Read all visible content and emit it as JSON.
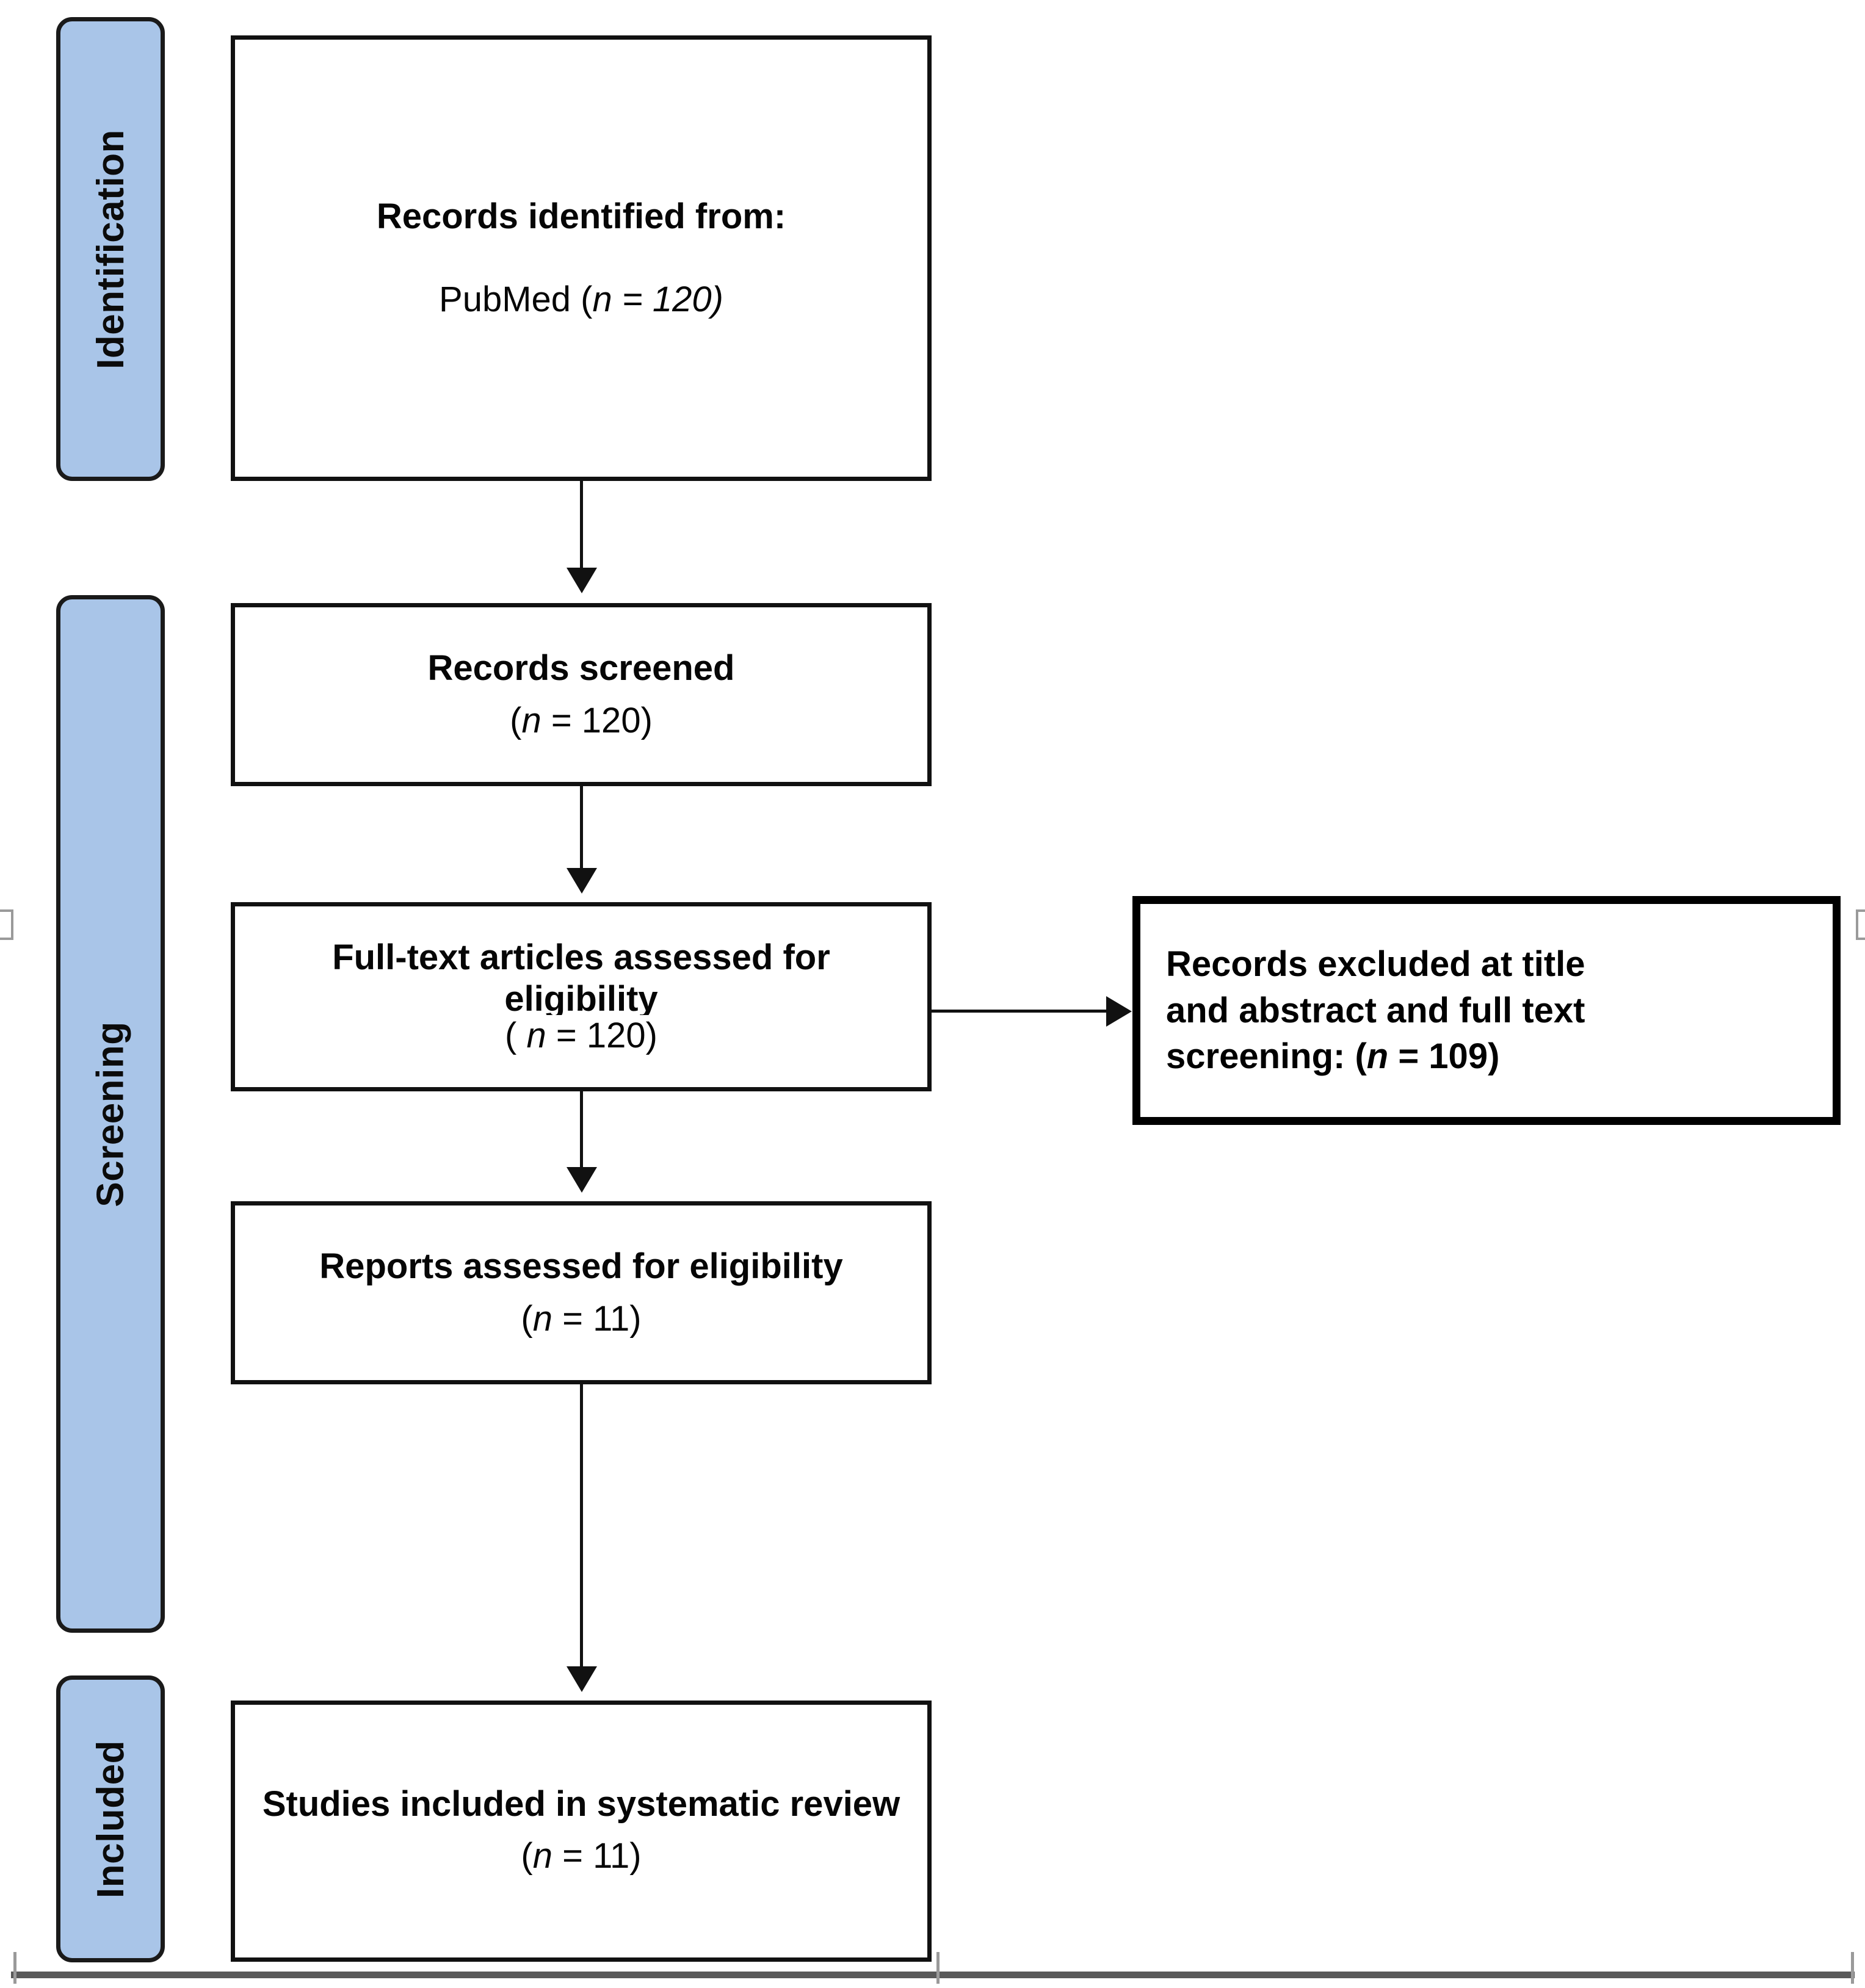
{
  "diagram": {
    "type": "prisma-flow-diagram",
    "stages": [
      {
        "id": "identification",
        "label": "Identification"
      },
      {
        "id": "screening",
        "label": "Screening"
      },
      {
        "id": "included",
        "label": "Included"
      }
    ],
    "boxes": {
      "identified": {
        "title": "Records identified from:",
        "source_line_prefix": "PubMed (",
        "source_line_value": "n = 120)",
        "n": 120,
        "source": "PubMed"
      },
      "screened": {
        "title": "Records screened",
        "count_prefix": "(",
        "count_italic": "n",
        "count_suffix": " = 120)",
        "n": 120
      },
      "fulltext": {
        "title": "Full-text articles assessed for eligibility",
        "count_prefix": "( ",
        "count_italic": "n",
        "count_suffix": " = 120)",
        "n": 120
      },
      "excluded": {
        "text_line1": "Records excluded at title",
        "text_line2": "and abstract and full text",
        "text_line3_prefix": "screening: ",
        "text_line3_paren_open": "(",
        "text_line3_italic": "n",
        "text_line3_suffix": " = 109)",
        "n": 109
      },
      "reports": {
        "title": "Reports assessed for eligibility",
        "count_prefix": "(",
        "count_italic": "n",
        "count_suffix": " = 11)",
        "n": 11
      },
      "included": {
        "title": "Studies included in systematic review",
        "count_prefix": "(",
        "count_italic": "n",
        "count_suffix": " = 11)",
        "n": 11
      }
    },
    "colors": {
      "stage_fill": "#a9c5e8",
      "stage_border": "#1a1a1a",
      "box_border": "#111111",
      "excluded_border": "#000000",
      "text": "#060606",
      "baseline_rule": "#595959"
    }
  }
}
